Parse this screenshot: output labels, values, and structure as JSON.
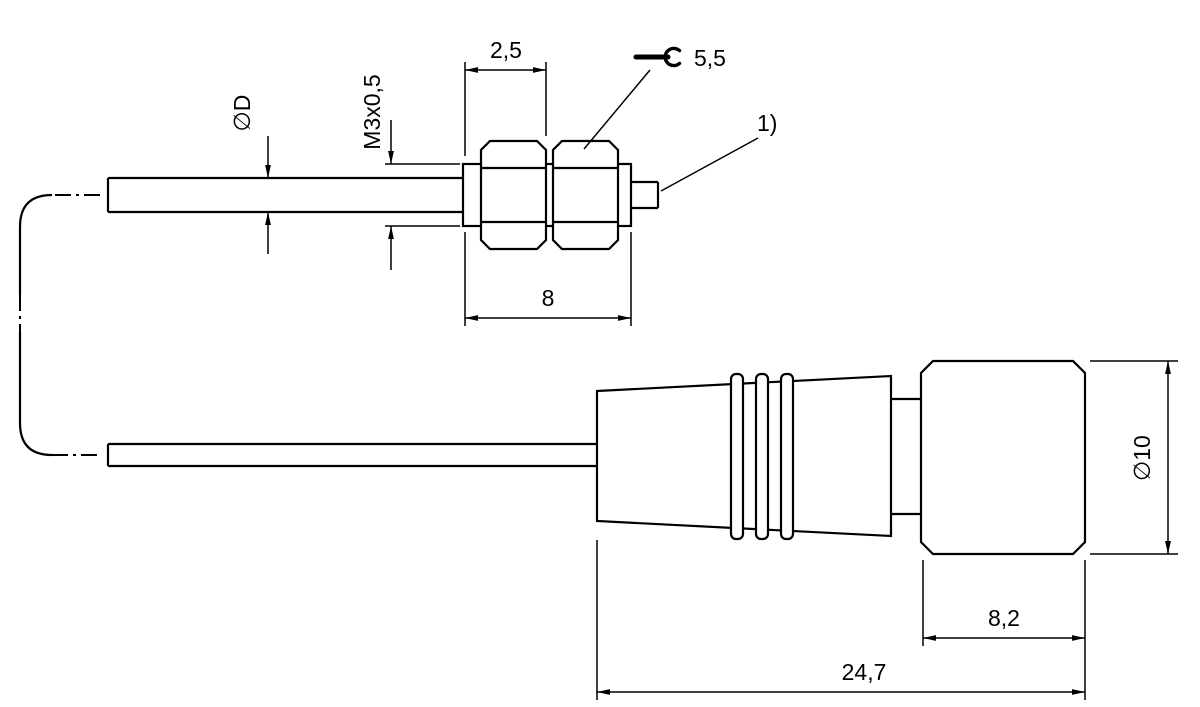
{
  "drawing": {
    "kind": "technical-dimension-drawing",
    "colors": {
      "line": "#000000",
      "background": "#ffffff"
    },
    "views": {
      "top": {
        "dim_nut_width": "2,5",
        "wrench_size": "5,5",
        "cable_diameter": "∅D",
        "thread_spec": "M3x0,5",
        "footnote_ref": "1)",
        "dim_sleeve_length": "8"
      },
      "bottom": {
        "dim_head_diameter": "∅10",
        "dim_head_length": "8,2",
        "dim_total_length": "24,7"
      }
    }
  }
}
